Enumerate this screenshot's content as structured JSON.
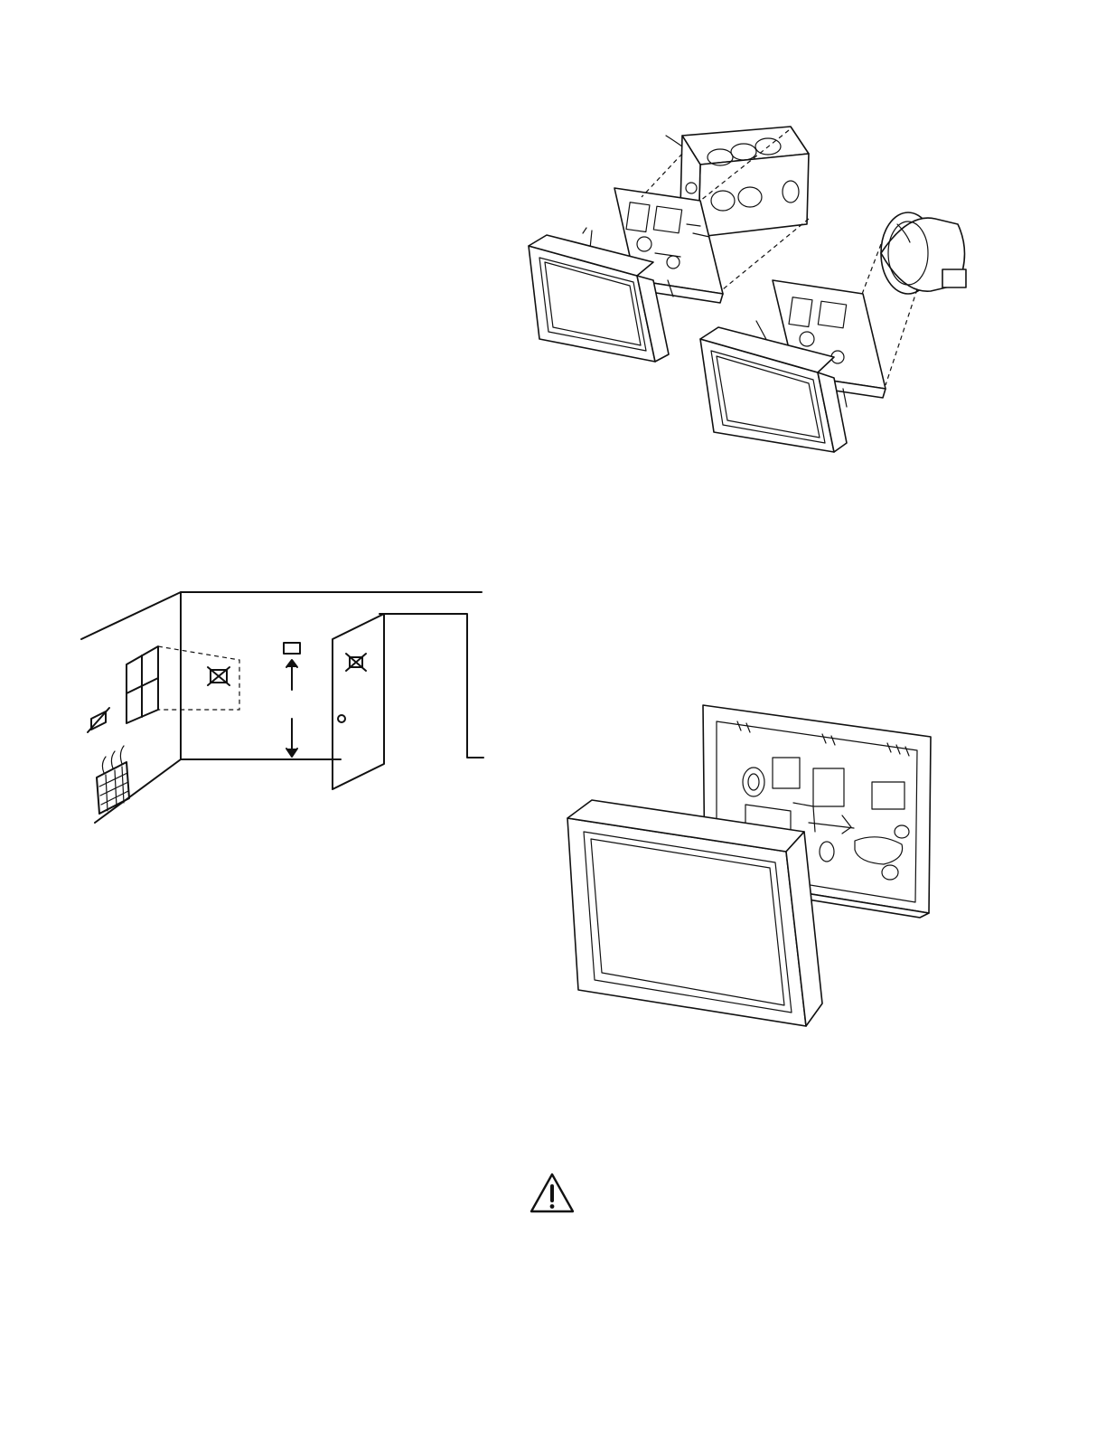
{
  "page": {
    "figures": [
      {
        "id": "mounting-exploded",
        "icon": "thermostat-mounting-exploded-illustration"
      },
      {
        "id": "location-guide",
        "icon": "thermostat-location-room-illustration"
      },
      {
        "id": "subbase-cover",
        "icon": "thermostat-subbase-and-cover-illustration"
      }
    ],
    "warning": {
      "icon": "warning-triangle-icon",
      "color": "#111111"
    }
  }
}
